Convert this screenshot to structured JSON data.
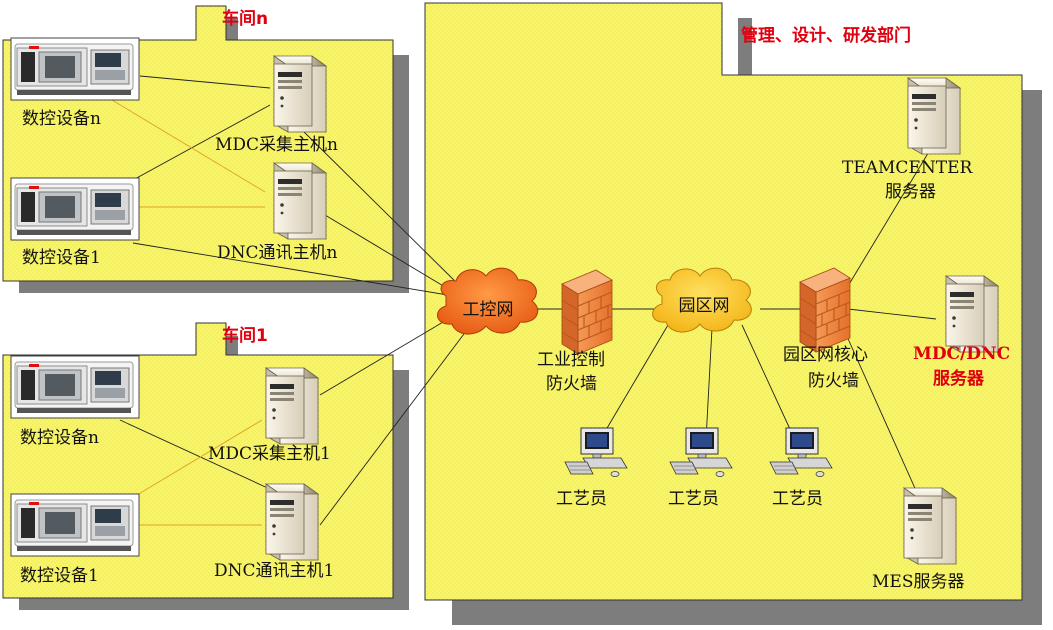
{
  "workshops": {
    "top": {
      "title": "车间n",
      "cnc_top": "数控设备n",
      "cnc_bottom": "数控设备1",
      "mdc_host": "MDC采集主机n",
      "dnc_host": "DNC通讯主机n"
    },
    "bottom": {
      "title": "车间1",
      "cnc_top": "数控设备n",
      "cnc_bottom": "数控设备1",
      "mdc_host": "MDC采集主机1",
      "dnc_host": "DNC通讯主机1"
    }
  },
  "department": {
    "title": "管理、设计、研发部门",
    "teamcenter": [
      "TEAMCENTER",
      "服务器"
    ],
    "mdc_dnc": [
      "MDC/DNC",
      "服务器"
    ],
    "mes": "MES服务器",
    "core_firewall": [
      "园区网核心",
      "防火墙"
    ],
    "workers": [
      "工艺员",
      "工艺员",
      "工艺员"
    ]
  },
  "networks": {
    "industrial": "工控网",
    "campus": "园区网"
  },
  "industrial_firewall": [
    "工业控制",
    "防火墙"
  ],
  "colors": {
    "panel_fill": "#f8f56a",
    "shadow": "#808080",
    "accent_red": "#e0000f",
    "cloud_industrial": "#f06a1a",
    "cloud_campus": "#f8c21a",
    "firewall": "#f0823c"
  }
}
